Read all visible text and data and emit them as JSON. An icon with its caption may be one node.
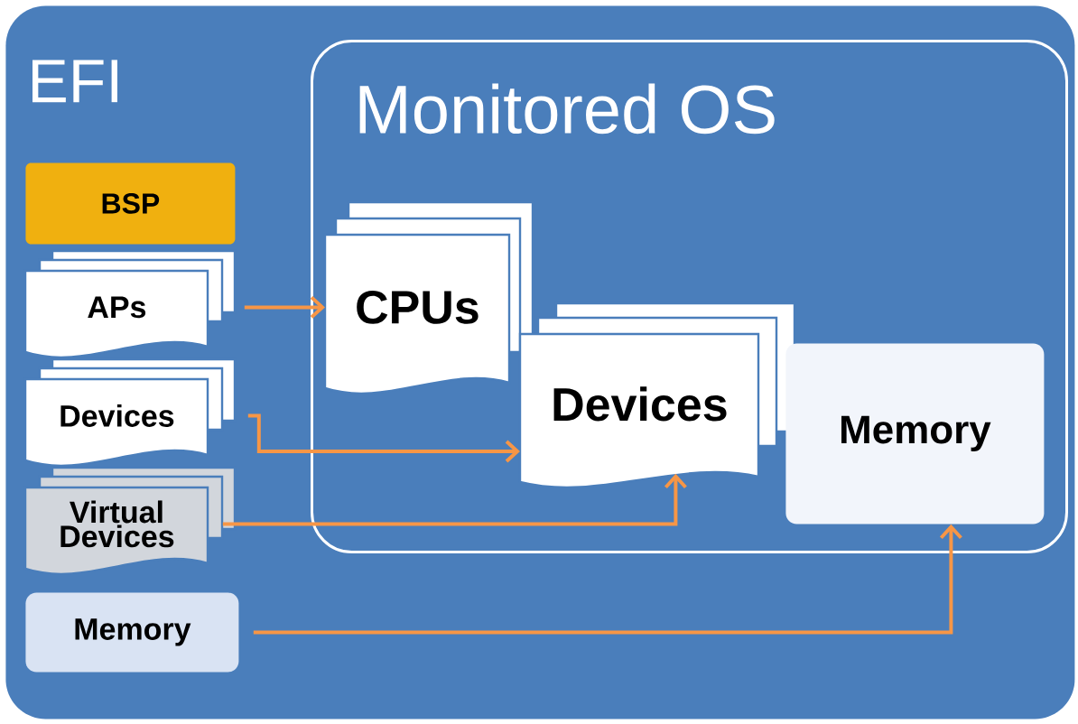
{
  "diagram": {
    "nodes": [
      {
        "text": [
          "EFI"
        ]
      },
      {
        "text": [
          "BSP"
        ],
        "in": 0
      },
      {
        "text": [
          "APs"
        ],
        "in": 0
      },
      {
        "text": [
          "Devices"
        ],
        "in": 0
      },
      {
        "text": [
          "Virtual Devices"
        ],
        "in": 0
      },
      {
        "text": [
          "Memory"
        ],
        "in": 0
      },
      {
        "text": [
          "Monitored OS"
        ],
        "in": 0
      },
      {
        "text": [
          "CPUs"
        ],
        "in": 6
      },
      {
        "text": [
          "Devices"
        ],
        "in": 6
      },
      {
        "text": [
          "Memory"
        ],
        "in": 6
      }
    ],
    "edges": [
      {
        "from": 2,
        "to": 7,
        "arrow": "to"
      },
      {
        "from": 3,
        "to": 8,
        "arrow": "to"
      },
      {
        "from": 4,
        "to": 8,
        "arrow": "to"
      },
      {
        "from": 5,
        "to": 9,
        "arrow": "to"
      }
    ]
  }
}
